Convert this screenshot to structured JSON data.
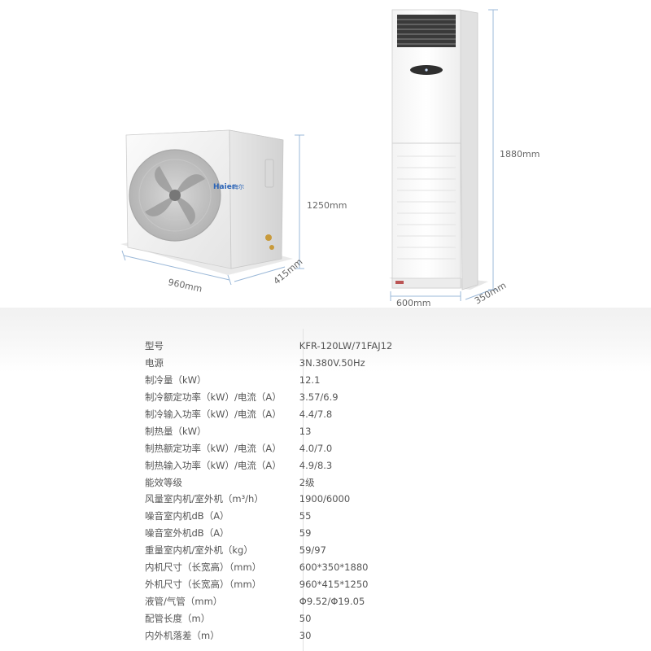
{
  "dimensions": {
    "outdoor_height": "1250mm",
    "outdoor_width": "960mm",
    "outdoor_depth": "415mm",
    "indoor_height": "1880mm",
    "indoor_width": "600mm",
    "indoor_depth": "350mm"
  },
  "brand": {
    "logo": "Haier",
    "logo_sub": "海尔"
  },
  "specs": [
    {
      "label": "型号",
      "value": "KFR-120LW/71FAJ12"
    },
    {
      "label": "电源",
      "value": "3N.380V.50Hz"
    },
    {
      "label": "制冷量（kW）",
      "value": "12.1"
    },
    {
      "label": "制冷额定功率（kW）/电流（A）",
      "value": "3.57/6.9"
    },
    {
      "label": "制冷输入功率（kW）/电流（A）",
      "value": "4.4/7.8"
    },
    {
      "label": "制热量（kW）",
      "value": "13"
    },
    {
      "label": "制热额定功率（kW）/电流（A）",
      "value": "4.0/7.0"
    },
    {
      "label": "制热输入功率（kW）/电流（A）",
      "value": "4.9/8.3"
    },
    {
      "label": "能效等级",
      "value": "2级"
    },
    {
      "label": "风量室内机/室外机（m³/h）",
      "value": "1900/6000"
    },
    {
      "label": "噪音室内机dB（A）",
      "value": "55"
    },
    {
      "label": "噪音室外机dB（A）",
      "value": "59"
    },
    {
      "label": "重量室内机/室外机（kg）",
      "value": "59/97"
    },
    {
      "label": "内机尺寸（长宽高）（mm）",
      "value": "600*350*1880"
    },
    {
      "label": "外机尺寸（长宽高）（mm）",
      "value": "960*415*1250"
    },
    {
      "label": "液管/气管（mm）",
      "value": "Φ9.52/Φ19.05"
    },
    {
      "label": "配管长度（m）",
      "value": "50"
    },
    {
      "label": "内外机落差（m）",
      "value": "30"
    }
  ]
}
